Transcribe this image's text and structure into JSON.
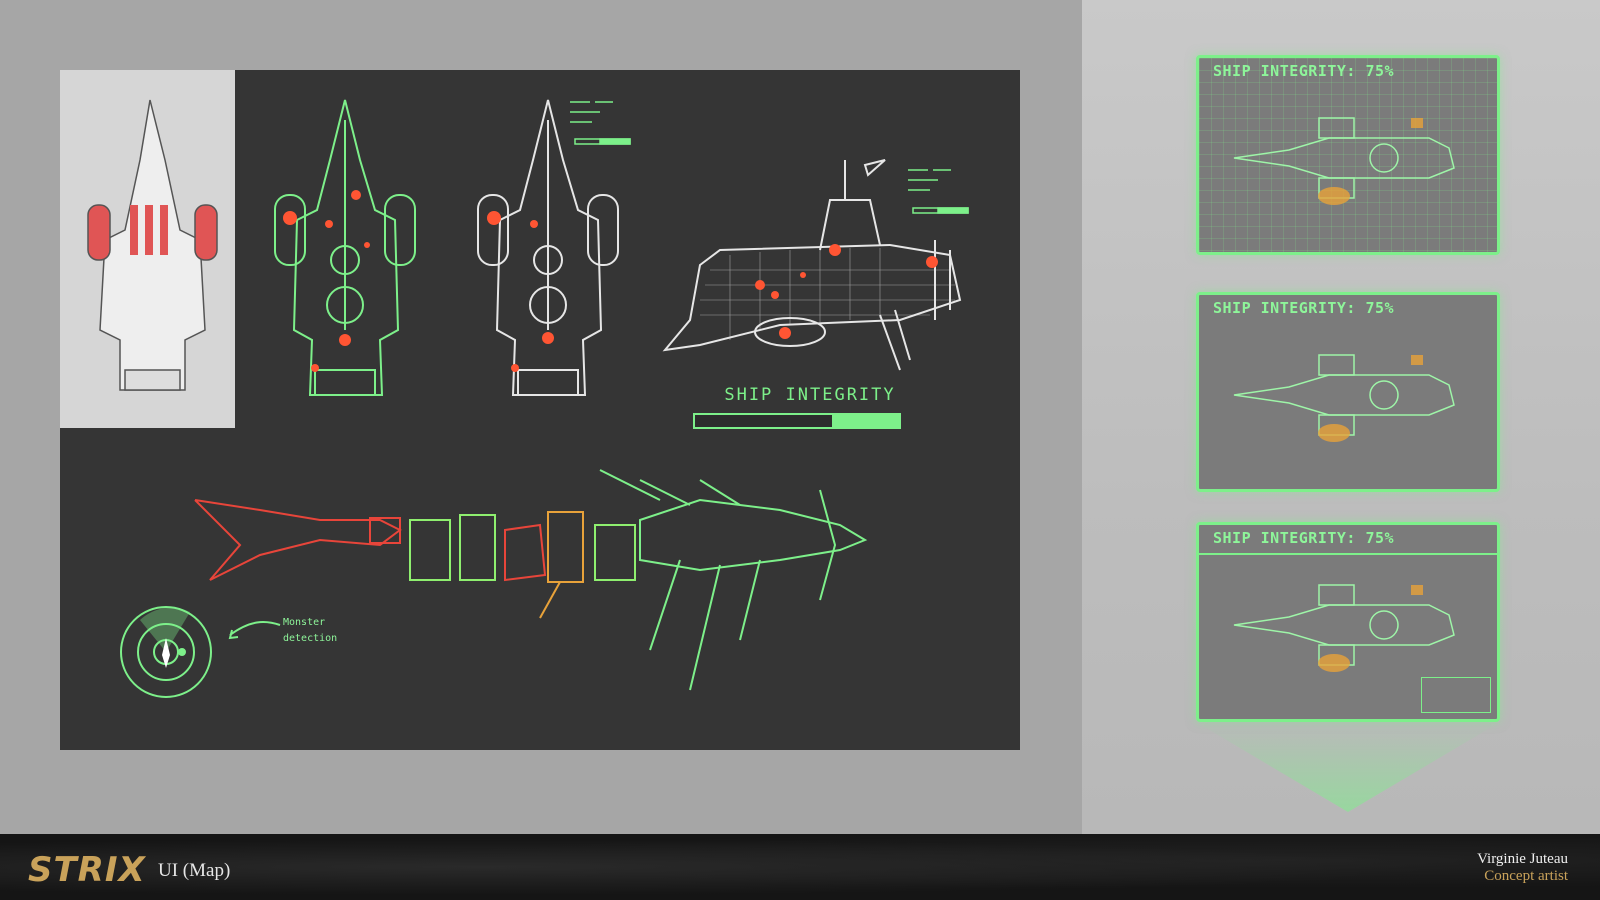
{
  "board": {
    "integrity_label": "SHIP INTEGRITY",
    "integrity_fill_fraction": 0.33,
    "monster_note_line1": "Monster",
    "monster_note_line2": "detection"
  },
  "hud_panels": [
    {
      "title": "SHIP INTEGRITY:  75%"
    },
    {
      "title": "SHIP INTEGRITY:  75%"
    },
    {
      "title": "SHIP INTEGRITY:  75%"
    }
  ],
  "footer": {
    "logo": "STRIX",
    "title": "UI (Map)",
    "author_name": "Virginie Juteau",
    "author_role": "Concept artist"
  },
  "colors": {
    "accent_green": "#7df08a",
    "damage_red": "#e8453a",
    "warning_orange": "#e8a23a",
    "gold": "#c9a25a"
  }
}
